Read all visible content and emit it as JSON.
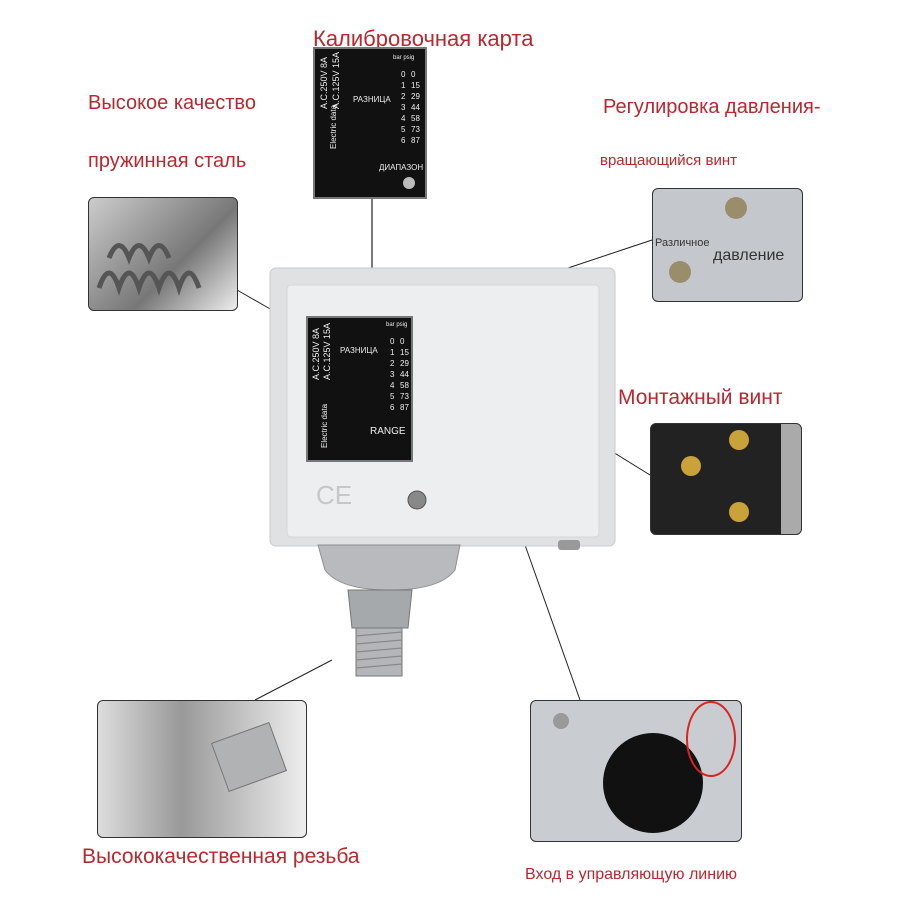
{
  "labels": {
    "calibration_card": "Калибровочная карта",
    "spring_line1": "Высокое качество",
    "spring_line2": "пружинная сталь",
    "pressure_line1": "Регулировка давления-",
    "pressure_line2": "вращающийся винт",
    "mount_screw": "Монтажный винт",
    "thread": "Высококачественная резьба",
    "control_line": "Вход в управляющую линию"
  },
  "pressure_inset": {
    "diff": "Различное",
    "pressure": "давление"
  },
  "card_top": {
    "rating1": "A.C.250V  8A",
    "rating2": "A.C.125V 15A",
    "electric": "Electric data",
    "diff": "РАЗНИЦА",
    "range": "ДИАПАЗОН",
    "units": "bar psig",
    "bar": [
      "0",
      "1",
      "2",
      "3",
      "4",
      "5",
      "6"
    ],
    "psig": [
      "0",
      "15",
      "29",
      "44",
      "58",
      "73",
      "87"
    ]
  },
  "card_device": {
    "rating1": "A.C.250V  8A",
    "rating2": "A.C.125V 15A",
    "electric": "Electric data",
    "diff": "РАЗНИЦА",
    "range": "RANGE",
    "units": "bar psig",
    "bar": [
      "0",
      "1",
      "2",
      "3",
      "4",
      "5",
      "6"
    ],
    "psig": [
      "0",
      "15",
      "29",
      "44",
      "58",
      "73",
      "87"
    ]
  },
  "device": {
    "ce_mark": "CE"
  },
  "colors": {
    "label": "#b8282e",
    "housing": "#e6e8ea"
  }
}
